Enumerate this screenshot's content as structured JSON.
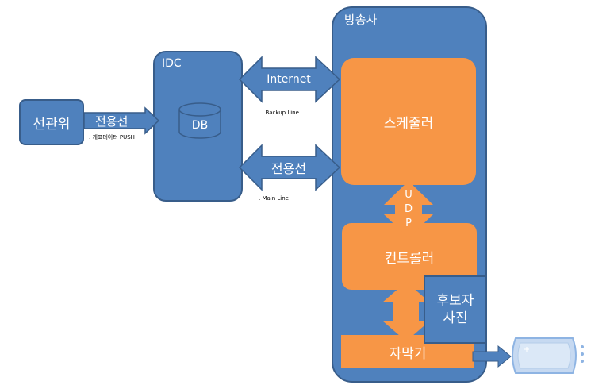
{
  "nodes": {
    "sungwanwi": "선관위",
    "idc": "IDC",
    "db": "DB",
    "broadcaster": "방송사",
    "scheduler": "스케줄러",
    "controller": "컨트롤러",
    "captioner": "자막기",
    "candidate_photo": "후보자\n사진"
  },
  "arrows": {
    "dedicated_line_left": "전용선",
    "internet": "Internet",
    "dedicated_line_main": "전용선",
    "udp": "U\nD\nP"
  },
  "notes": {
    "push_note": ". 개표데이터 PUSH",
    "backup_line": ". Backup Line",
    "main_line": ". Main Line"
  },
  "colors": {
    "blue": "#4f81bd",
    "blue_border": "#385d8a",
    "orange": "#f79646",
    "screen": "#c6d9f1"
  }
}
